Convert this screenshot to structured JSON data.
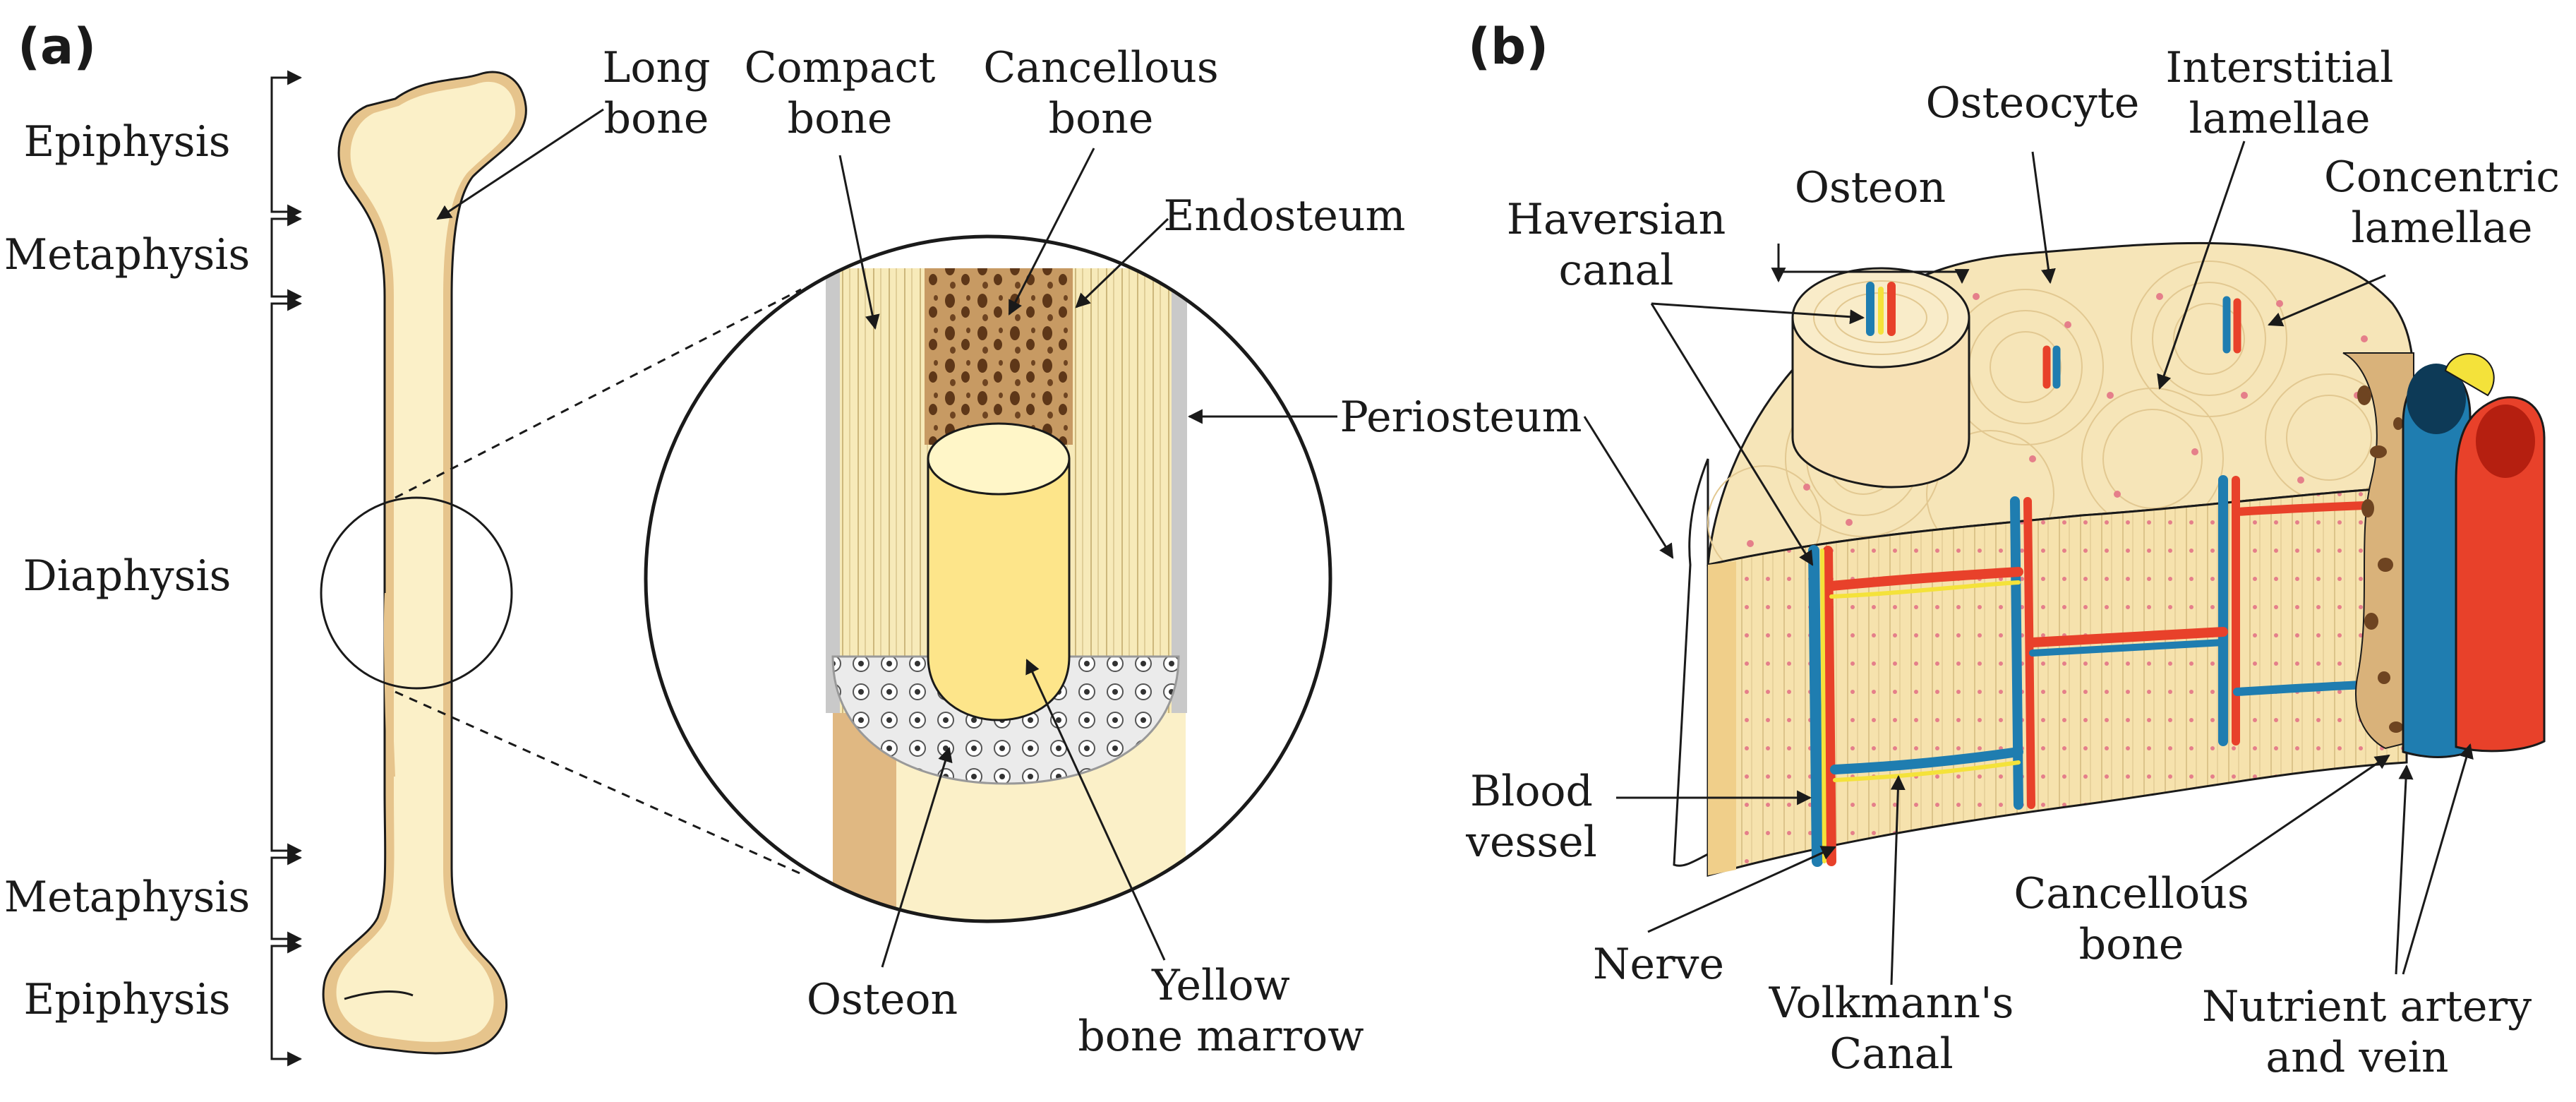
{
  "panels": {
    "a": {
      "tag": "(a)",
      "regions": [
        "Epiphysis",
        "Metaphysis",
        "Diaphysis",
        "Metaphysis",
        "Epiphysis"
      ],
      "labels": {
        "long_bone": [
          "Long",
          "bone"
        ],
        "compact_bone": [
          "Compact",
          "bone"
        ],
        "cancellous_bone": [
          "Cancellous",
          "bone"
        ],
        "endosteum": "Endosteum",
        "periosteum": "Periosteum",
        "osteon": "Osteon",
        "yellow_marrow": [
          "Yellow",
          "bone marrow"
        ]
      }
    },
    "b": {
      "tag": "(b)",
      "labels": {
        "osteocyte": "Osteocyte",
        "interstitial": [
          "Interstitial",
          "lamellae"
        ],
        "osteon": "Osteon",
        "concentric": [
          "Concentric",
          "lamellae"
        ],
        "haversian": [
          "Haversian",
          "canal"
        ],
        "blood_vessel": [
          "Blood",
          "vessel"
        ],
        "nerve": "Nerve",
        "volkmann": [
          "Volkmann's",
          "Canal"
        ],
        "cancellous": [
          "Cancellous",
          "bone"
        ],
        "nutrient": [
          "Nutrient artery",
          "and vein"
        ]
      }
    }
  },
  "colors": {
    "bone": "#fbf0c8",
    "bone_shadow": "#e6c48c",
    "marrow": "#fde58a",
    "spongy": "#9c6a3a",
    "artery": "#e8412a",
    "vein": "#1f7db0",
    "nerve": "#f4e23a",
    "osteocyte_dot": "#e57f8a",
    "line": "#1a1a1a"
  }
}
